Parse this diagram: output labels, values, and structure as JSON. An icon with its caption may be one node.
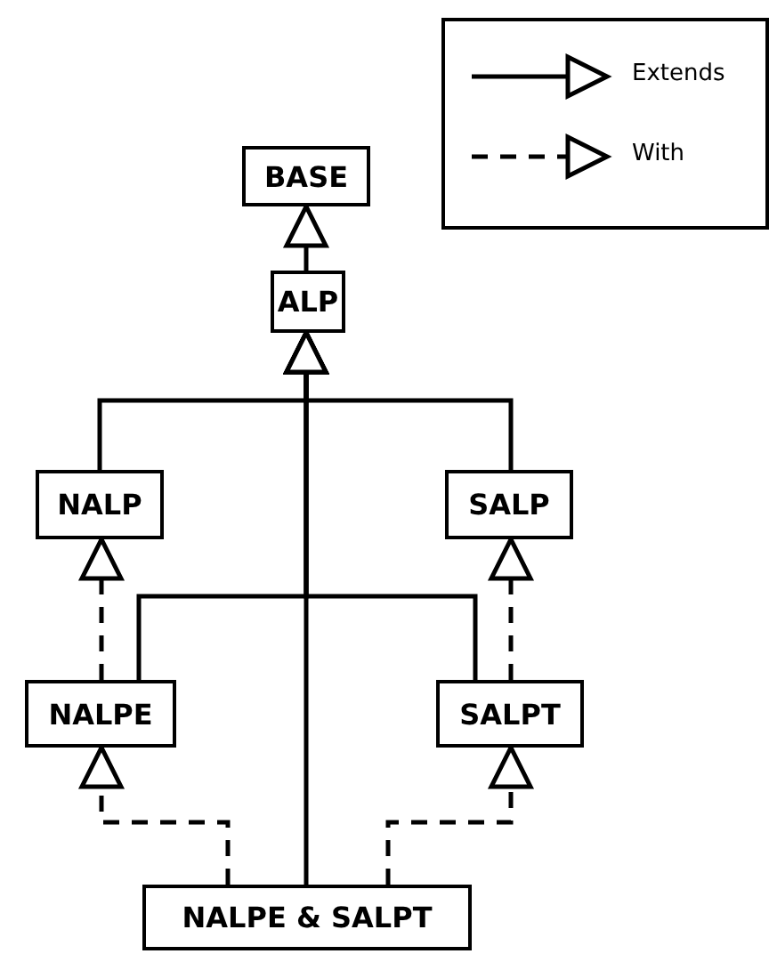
{
  "diagram": {
    "nodes": [
      {
        "text": [
          "BASE"
        ]
      },
      {
        "text": [
          "ALP"
        ]
      },
      {
        "text": [
          "NALP"
        ]
      },
      {
        "text": [
          "SALP"
        ]
      },
      {
        "text": [
          "NALPE"
        ]
      },
      {
        "text": [
          "SALPT"
        ]
      },
      {
        "text": [
          "NALPE & SALPT"
        ]
      }
    ],
    "edges": [
      {
        "from": 1,
        "to": 0,
        "arrow": "to"
      },
      {
        "from": 2,
        "to": 1,
        "arrow": "to"
      },
      {
        "from": 3,
        "to": 1,
        "arrow": "to"
      },
      {
        "from": 4,
        "to": 1,
        "arrow": "to"
      },
      {
        "from": 5,
        "to": 1,
        "arrow": "to"
      },
      {
        "from": 4,
        "to": 2,
        "arrow": "to",
        "style": "dashed"
      },
      {
        "from": 5,
        "to": 3,
        "arrow": "to",
        "style": "dashed"
      },
      {
        "from": 6,
        "to": 1,
        "arrow": "to"
      },
      {
        "from": 6,
        "to": 4,
        "arrow": "to",
        "style": "dashed"
      },
      {
        "from": 6,
        "to": 5,
        "arrow": "to",
        "style": "dashed"
      }
    ],
    "legend": [
      {
        "text": "Extends"
      },
      {
        "text": "With"
      }
    ]
  }
}
